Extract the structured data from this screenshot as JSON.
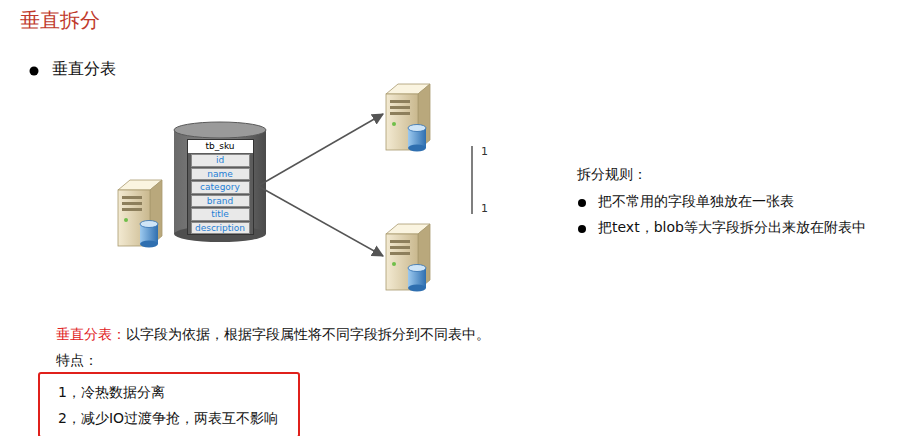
{
  "diagram": {
    "title": "垂直拆分",
    "nodes": [
      {
        "text": [
          "tb_sku"
        ]
      },
      {
        "text": [
          "id"
        ],
        "in": 0
      },
      {
        "text": [
          "name"
        ],
        "in": 0
      },
      {
        "text": [
          "category"
        ],
        "in": 0
      },
      {
        "text": [
          "brand"
        ],
        "in": 0
      },
      {
        "text": [
          "title"
        ],
        "in": 0
      },
      {
        "text": [
          "description"
        ],
        "in": 0
      },
      {
        "text": [
          "1，冷热数据分离",
          "2，减少IO过渡争抢，两表互不影响"
        ]
      }
    ],
    "labels": [
      "垂直分表",
      "1",
      "1",
      "拆分规则：",
      "把不常用的字段单独放在一张表",
      "把text，blob等大字段拆分出来放在附表中",
      "垂直分表：",
      "以字段为依据，根据字段属性将不同字段拆分到不同表中。",
      "特点："
    ]
  }
}
